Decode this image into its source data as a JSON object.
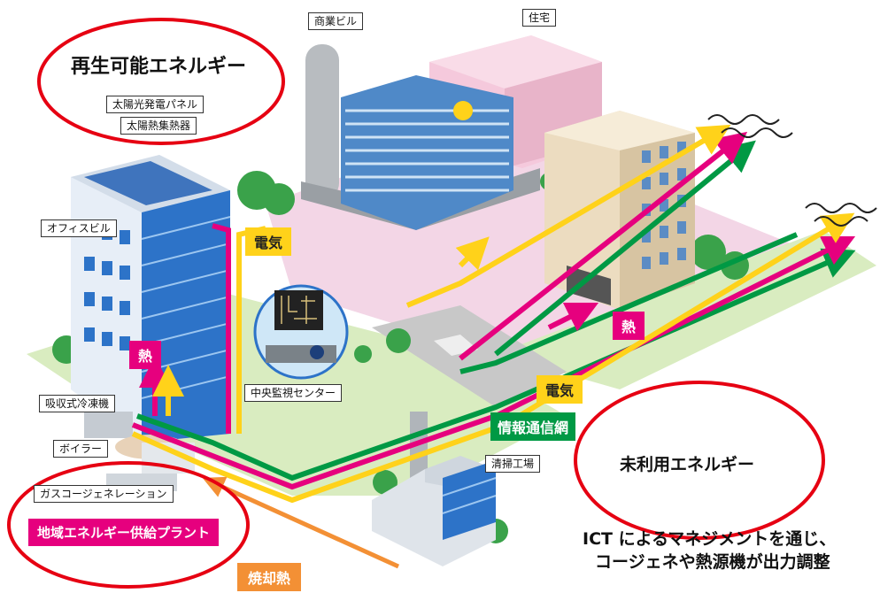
{
  "labels": {
    "renewable_title": "再生可能エネルギー",
    "solar_panel": "太陽光発電パネル",
    "solar_collector": "太陽熱集熱器",
    "commercial_building": "商業ビル",
    "housing": "住宅",
    "office_building": "オフィスビル",
    "electricity_top": "電気",
    "heat_left": "熱",
    "central_monitoring": "中央監視センター",
    "absorption_chiller": "吸収式冷凍機",
    "boiler": "ボイラー",
    "gas_cogeneration": "ガスコージェネレーション",
    "district_plant": "地域エネルギー供給プラント",
    "incineration_heat": "焼却熱",
    "cleaning_plant": "清掃工場",
    "heat_right": "熱",
    "electricity_right": "電気",
    "info_network": "情報通信網",
    "unused_energy": "未利用エネルギー",
    "caption_line1": "ICT によるマネジメントを通じ、",
    "caption_line2": "コージェネや熱源機が出力調整"
  },
  "colors": {
    "electricity": "#ffd21a",
    "heat": "#e6007e",
    "info_network": "#009944",
    "incineration": "#f39035",
    "highlight_ellipse": "#e60012",
    "ground": "#d9ecc0",
    "ground_pink": "#f3d6e6"
  }
}
